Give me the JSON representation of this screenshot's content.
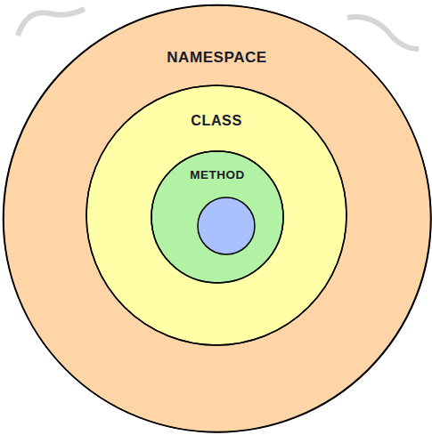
{
  "diagram": {
    "nodes": [
      {
        "text": [
          "NAMESPACE"
        ]
      },
      {
        "text": [
          "CLASS"
        ],
        "in": 0
      },
      {
        "text": [
          "METHOD"
        ],
        "in": 1
      }
    ]
  }
}
